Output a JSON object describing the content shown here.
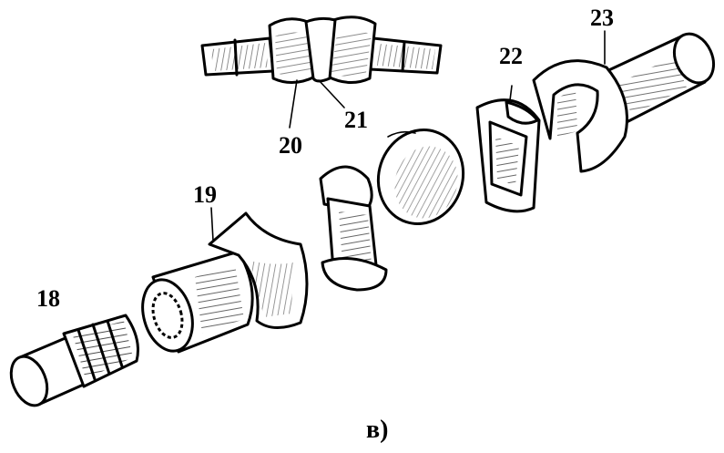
{
  "labels": {
    "p18": "18",
    "p19": "19",
    "p20": "20",
    "p21": "21",
    "p22": "22",
    "p23": "23"
  },
  "caption": "в)"
}
